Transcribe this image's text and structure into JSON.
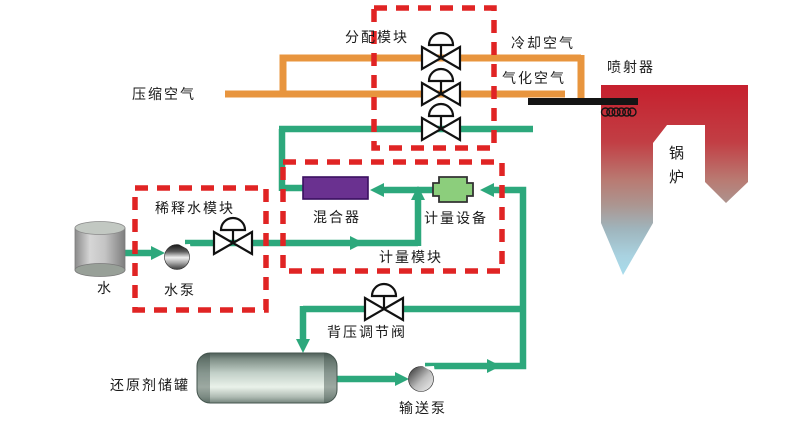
{
  "diagram": {
    "title_domain": "reagent-injection-process-flow",
    "labels": {
      "distribution_module": "分配模块",
      "cooling_air": "冷却空气",
      "gasification_air": "气化空气",
      "compressed_air": "压缩空气",
      "injector": "喷射器",
      "boiler": "锅炉",
      "mixer": "混合器",
      "metering_device": "计量设备",
      "metering_module": "计量模块",
      "dilution_water_module": "稀释水模块",
      "water": "水",
      "water_pump": "水泵",
      "back_pressure_valve": "背压调节阀",
      "reducing_agent_tank": "还原剂储罐",
      "transfer_pump": "输送泵"
    },
    "colors": {
      "flow_green": "#2DA87C",
      "air_orange": "#E8953E",
      "module_red": "#E02424",
      "mixer_purple": "#6A3190",
      "mixer_border": "#3A1060",
      "metering_green": "#8CCE7C",
      "metering_border": "#333333",
      "lance_black": "#141414",
      "boiler_top": "#C6202E",
      "boiler_mid": "#B97A72",
      "boiler_bottom": "#A8DCEC"
    }
  }
}
